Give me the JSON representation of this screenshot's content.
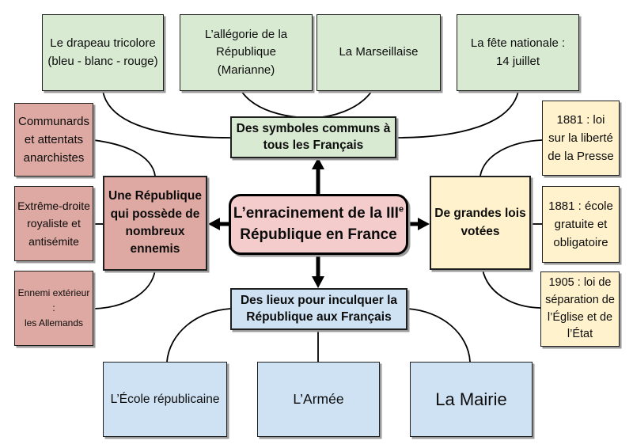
{
  "colors": {
    "green": "#d9ead3",
    "salmon": "#dda9a2",
    "pink": "#f4cccc",
    "yellow": "#fff2cc",
    "blue": "#cfe2f3",
    "line": "#000000",
    "border": "#1f1f1f",
    "shadow": "#9b9b9b"
  },
  "nodes": {
    "center": {
      "line1": "L’enracinement de la III",
      "sup": "e",
      "line2": "République en France"
    },
    "symbols": {
      "label": "Des symboles communs à\ntous les Français"
    },
    "drapeau": {
      "label": "Le drapeau tricolore\n(bleu - blanc - rouge)"
    },
    "allegorie": {
      "label": "L’allégorie de la\nRépublique\n(Marianne)"
    },
    "marseillaise": {
      "label": "La Marseillaise"
    },
    "fete": {
      "label": "La fête nationale :\n14 juillet"
    },
    "ennemis": {
      "label": "Une République\nqui possède de\nnombreux\nennemis"
    },
    "communards": {
      "label": "Communards\net attentats\nanarchistes"
    },
    "extreme_droite": {
      "label": "Extrême-droite\nroyaliste et\nantisémite"
    },
    "ennemi_exterieur": {
      "label": "Ennemi extérieur :\nles Allemands"
    },
    "lois": {
      "label": "De grandes lois\nvotées"
    },
    "loi_presse": {
      "label": "1881 : loi\nsur la liberté\nde la Presse"
    },
    "ecole_gratuite": {
      "label": "1881 : école\ngratuite et\nobligatoire"
    },
    "separation": {
      "label": "1905 : loi de\nséparation de\nl’Église et de\nl’État"
    },
    "lieux": {
      "label": "Des lieux pour inculquer la\nRépublique aux Français"
    },
    "ecole_republicaine": {
      "label": "L’École républicaine"
    },
    "armee": {
      "label": "L’Armée"
    },
    "mairie": {
      "label": "La Mairie"
    }
  }
}
